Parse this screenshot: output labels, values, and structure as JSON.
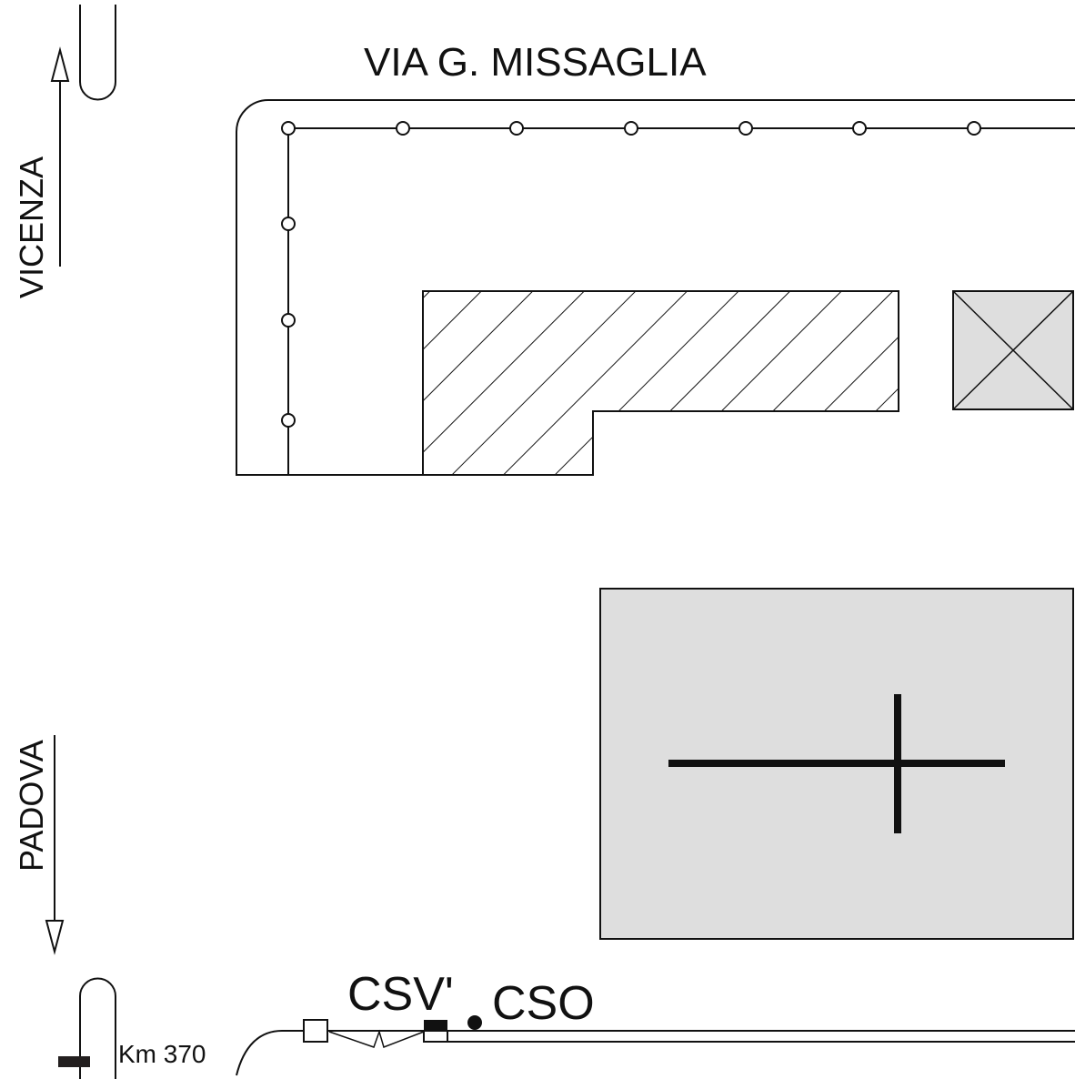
{
  "labels": {
    "street": "VIA G. MISSAGLIA",
    "direction_up": "VICENZA",
    "direction_down": "PADOVA",
    "km_marker": "Km 370",
    "signal_csv": "CSV'",
    "signal_cso": "CSO"
  },
  "colors": {
    "line": "#111111",
    "building_fill": "#dedede"
  }
}
